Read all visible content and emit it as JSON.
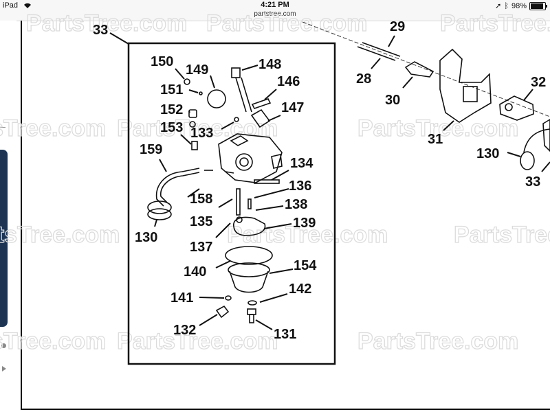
{
  "status_bar": {
    "device": "iPad",
    "time": "4:21 PM",
    "url": "partstree.com",
    "battery": "98%",
    "battery_level": 0.98
  },
  "diagram": {
    "watermark": "PartsTree.com",
    "labels": {
      "l33": "33",
      "l150": "150",
      "l149": "149",
      "l148": "148",
      "l151": "151",
      "l146": "146",
      "l152": "152",
      "l147": "147",
      "l153": "153",
      "l133": "133",
      "l159": "159",
      "l134": "134",
      "l136": "136",
      "l158": "158",
      "l138": "138",
      "l135": "135",
      "l130": "130",
      "l139": "139",
      "l137": "137",
      "l140": "140",
      "l154": "154",
      "l141": "141",
      "l142": "142",
      "l132": "132",
      "l131": "131",
      "l29": "29",
      "l28": "28",
      "l30": "30",
      "l31": "31",
      "l32": "32",
      "l130b": "130",
      "l33b": "33"
    }
  }
}
